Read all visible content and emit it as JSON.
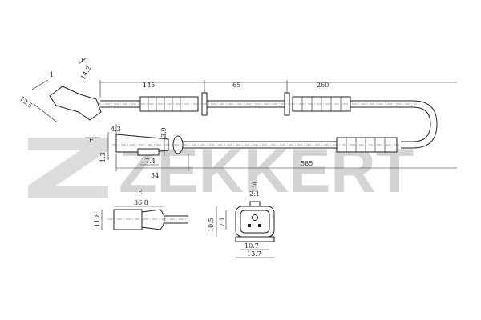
{
  "watermark": "ZEKKERT",
  "view_labels": {
    "e_arrow": "E",
    "f_arrow": "F",
    "e_view": "E",
    "f_view": "F",
    "scale": "2:1"
  },
  "dimensions": {
    "d145": "145",
    "d65": "65",
    "d260": "260",
    "d585": "585",
    "d14_2": "14.2",
    "d1": "1",
    "d12_5": "12.5",
    "d4_3": "4.3",
    "d3_9": "3.9",
    "d1_3": "1.3",
    "d17_4": "17.4",
    "d54": "54",
    "d36_8": "36.8",
    "d11_8": "11.8",
    "d10_5": "10.5",
    "d7_1": "7.1",
    "d10_7": "10.7",
    "d13_7": "13.7"
  }
}
